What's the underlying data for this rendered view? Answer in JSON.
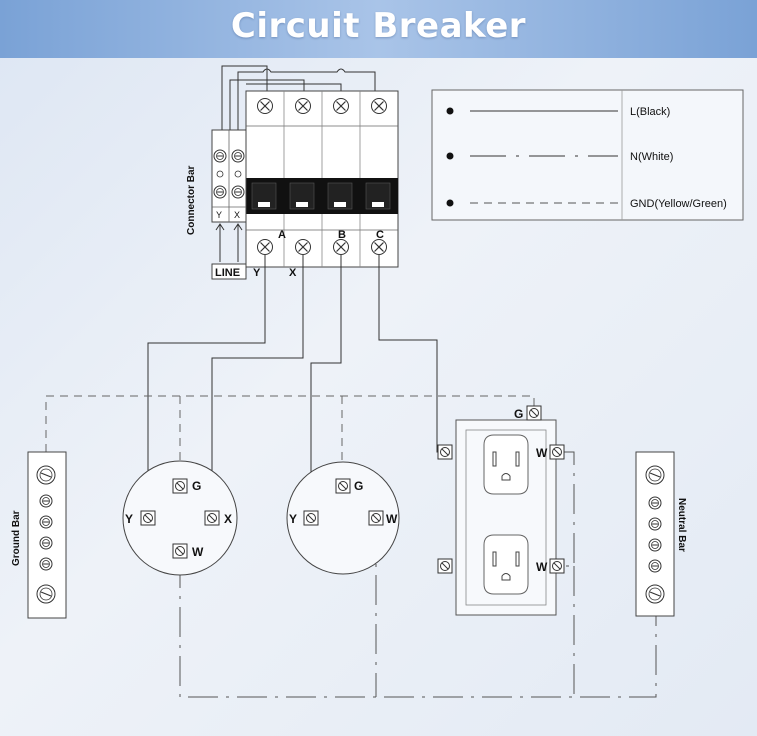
{
  "title": "Circuit Breaker",
  "colors": {
    "header": "#8fb2e0",
    "line": "#333333",
    "dashed": "#666666",
    "box": "#444444"
  },
  "breaker": {
    "connector_bar_label": "Connector Bar",
    "connector_terminals": [
      "Y",
      "X"
    ],
    "poles": [
      "A",
      "B",
      "C"
    ],
    "line_label": "LINE",
    "line_terminals": [
      "Y",
      "X"
    ]
  },
  "legend": {
    "items": [
      {
        "label": "L(Black)",
        "style": "solid"
      },
      {
        "label": "N(White)",
        "style": "dash-dot"
      },
      {
        "label": "GND(Yellow/Green)",
        "style": "dashed"
      }
    ]
  },
  "ground_bar": {
    "label": "Ground Bar"
  },
  "neutral_bar": {
    "label": "Neutral Bar"
  },
  "receptacle_1": {
    "g": "G",
    "y": "Y",
    "x": "X",
    "w": "W"
  },
  "receptacle_2": {
    "g": "G",
    "y": "Y",
    "w": "W"
  },
  "duplex_outlet": {
    "g": "G",
    "w_top": "W",
    "w_bottom": "W"
  }
}
